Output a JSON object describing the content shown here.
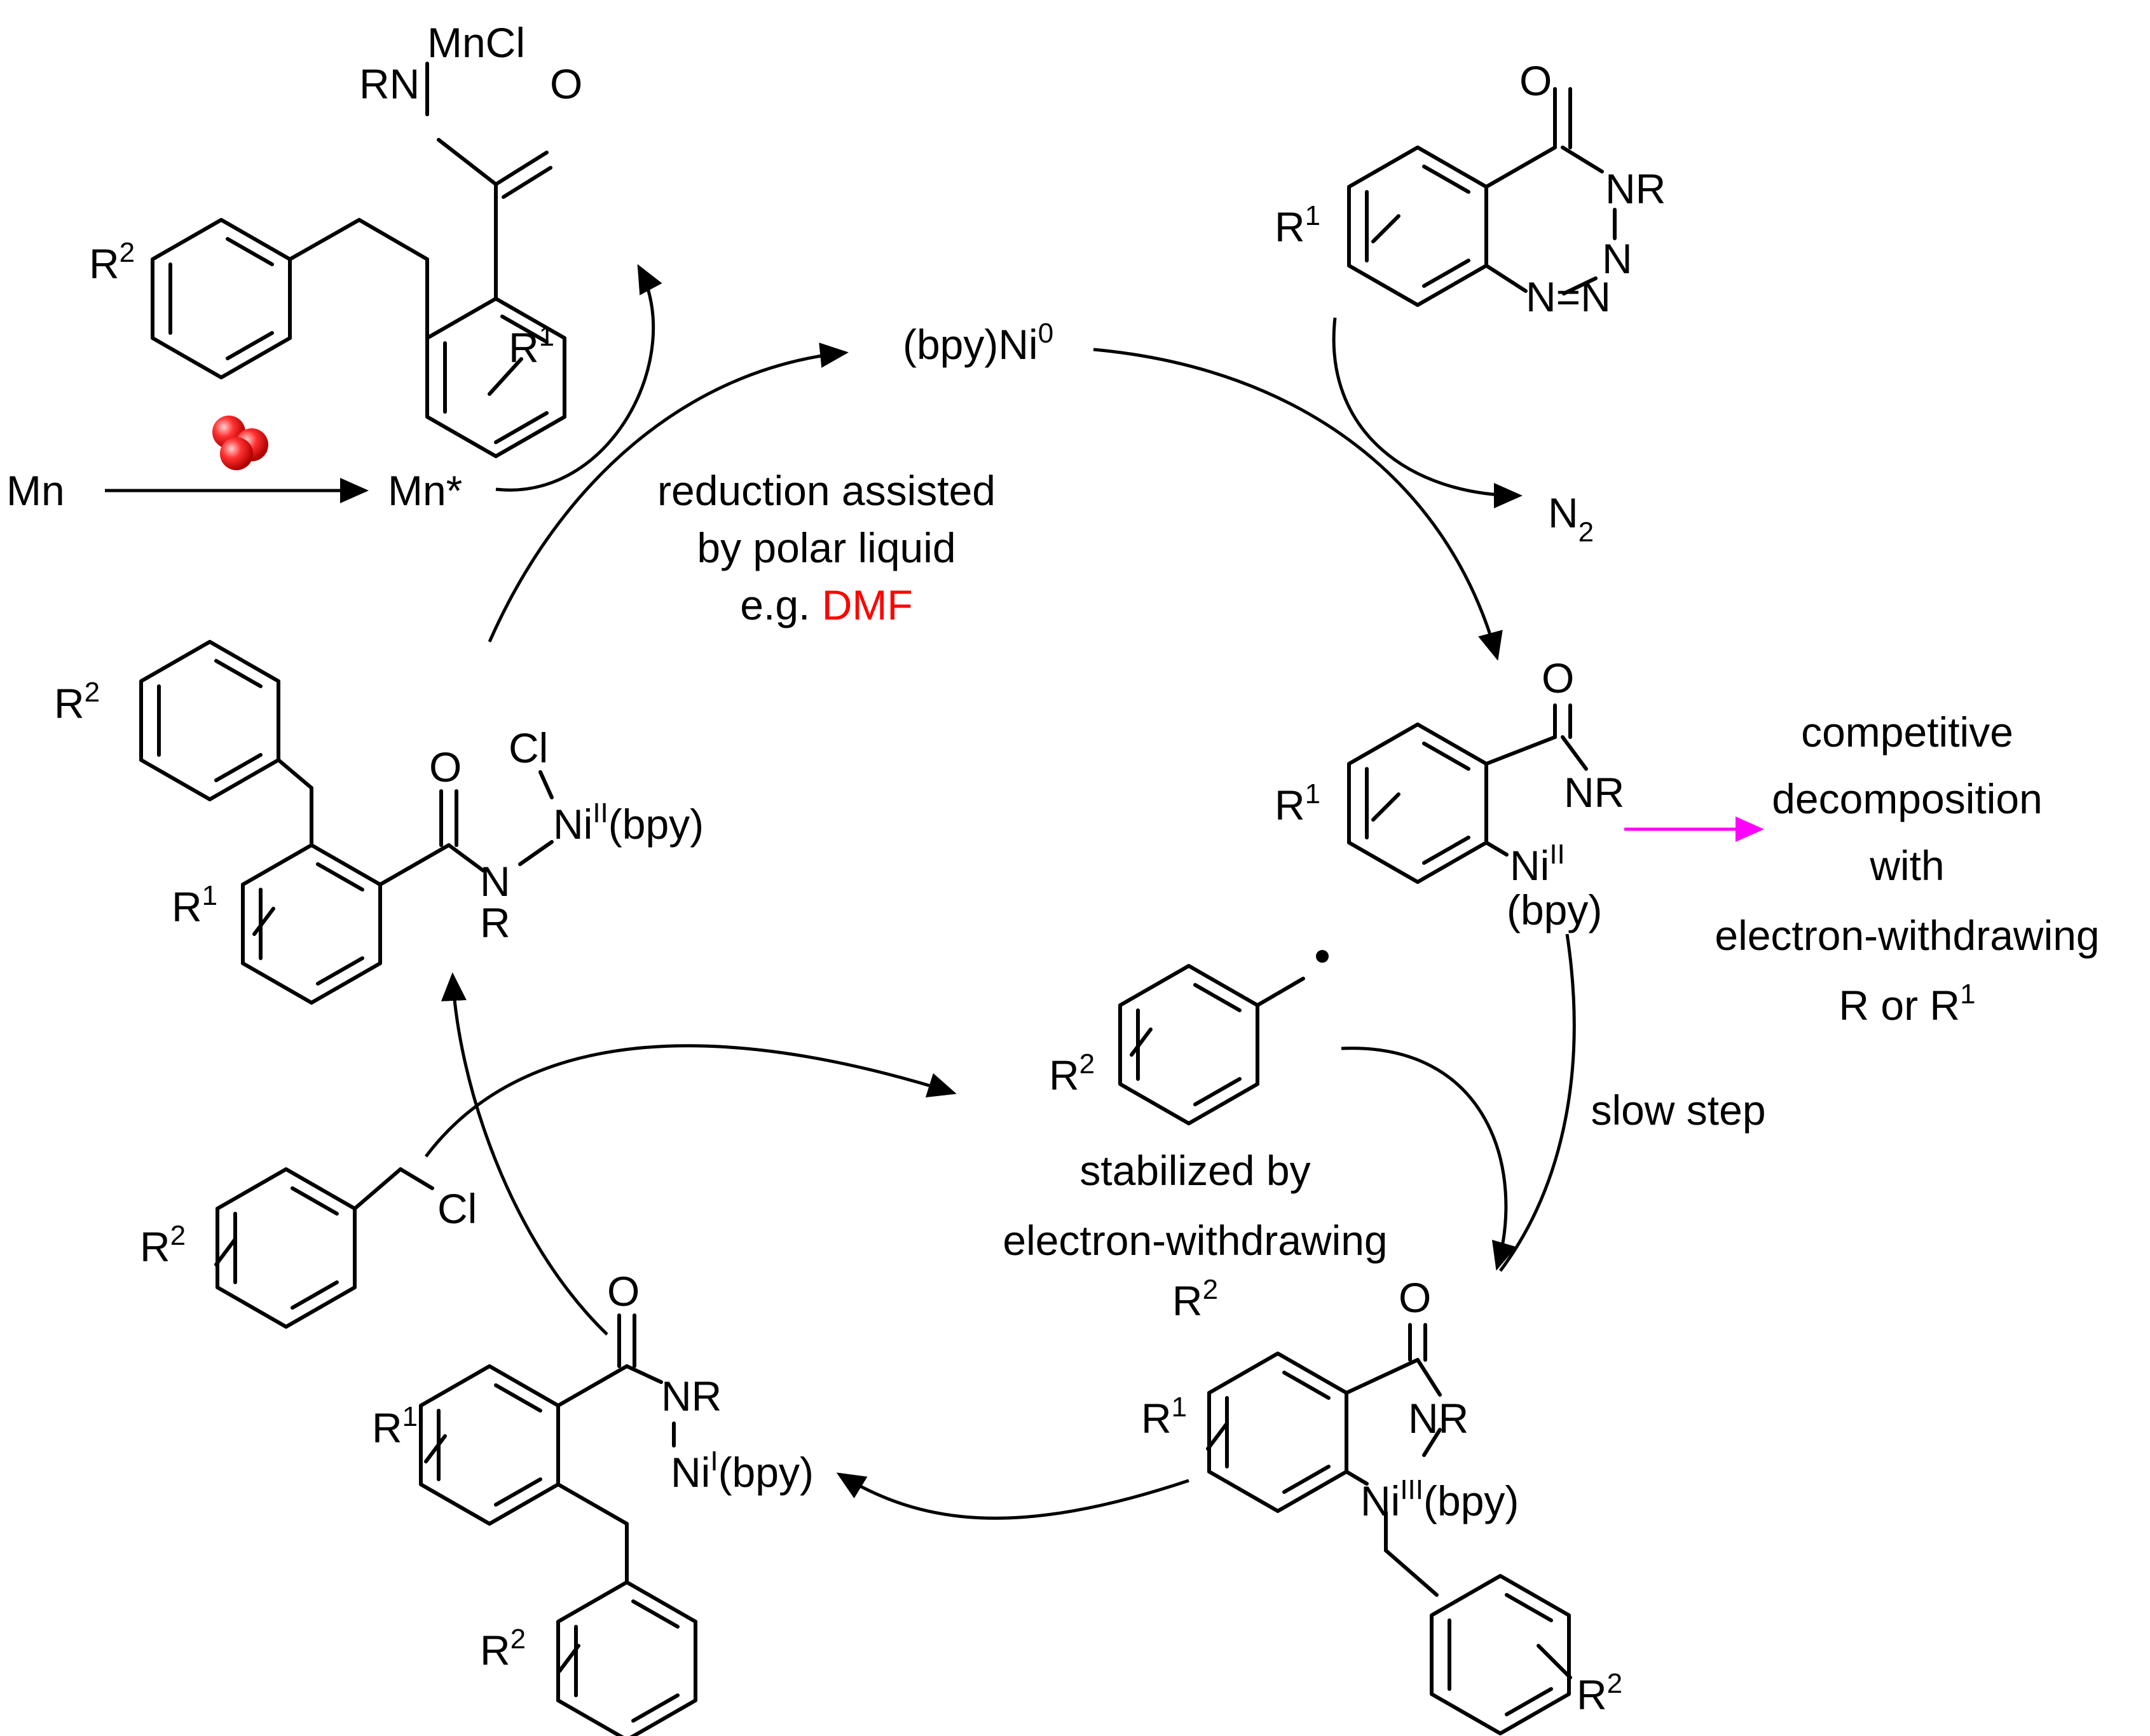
{
  "colors": {
    "black": "#000000",
    "magenta": "#ff00ff",
    "red": "#ff0000"
  },
  "labels": {
    "mn": "Mn",
    "mn_star": "Mn*",
    "mncl": "MnCl",
    "rn": "RN",
    "o": "O",
    "r": "R",
    "r_sup1": "1",
    "r_sup2": "2",
    "bpy_ni": "(bpy)Ni",
    "ni_sup0": "0",
    "n2": "N",
    "n2_sub": "2",
    "nr": "NR",
    "n": "N",
    "ni": "Ni",
    "bpy": "(bpy)",
    "cl": "Cl",
    "ni_ii": "II",
    "ni_iii": "III",
    "ni_i": "I",
    "bpy_paren": "(bpy)"
  },
  "reduction": {
    "line1": "reduction assisted",
    "line2": "by polar liquid",
    "line3": "e.g. ",
    "dmf": "DMF"
  },
  "competitive": {
    "line1": "competitive",
    "line2": "decomposition",
    "line3": "with",
    "line4": "electron-withdrawing",
    "line5": "R or R",
    "line5_sup": "1"
  },
  "slow": {
    "text": "slow step"
  },
  "stabilized": {
    "line1": "stabilized by",
    "line2": "electron-withdrawing",
    "line3": "R",
    "line3_sup": "2"
  }
}
